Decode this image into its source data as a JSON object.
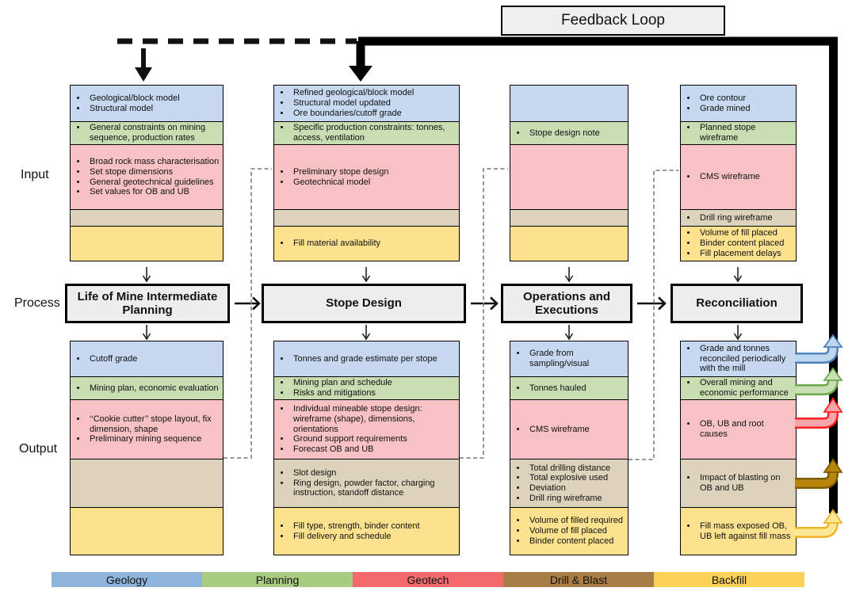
{
  "feedback_loop_label": "Feedback Loop",
  "side_labels": {
    "input": "Input",
    "process": "Process",
    "output": "Output"
  },
  "columns": [
    {
      "process": "Life of Mine Intermediate Planning",
      "input": {
        "geology": [
          "Geological/block model",
          "Structural model"
        ],
        "planning": [
          "General constraints on mining sequence, production rates"
        ],
        "geotech": [
          "Broad rock mass characterisation",
          "Set stope dimensions",
          "General geotechnical guidelines",
          "Set values for OB and UB"
        ],
        "drill_blast": [],
        "backfill": []
      },
      "output": {
        "geology": [
          "Cutoff grade"
        ],
        "planning": [
          "Mining plan, economic evaluation"
        ],
        "geotech": [
          "‘‘Cookie cutter’’ stope layout, fix dimension, shape",
          "Preliminary mining sequence"
        ],
        "drill_blast": [],
        "backfill": []
      }
    },
    {
      "process": "Stope Design",
      "input": {
        "geology": [
          "Refined geological/block model",
          "Structural model updated",
          "Ore boundaries/cutoff grade"
        ],
        "planning": [
          "Specific production constraints: tonnes, access, ventilation"
        ],
        "geotech": [
          "Preliminary stope design",
          "Geotechnical model"
        ],
        "drill_blast": [],
        "backfill": [
          "Fill material availability"
        ]
      },
      "output": {
        "geology": [
          "Tonnes and grade estimate per stope"
        ],
        "planning": [
          "Mining plan and schedule",
          "Risks and mitigations"
        ],
        "geotech": [
          "Individual mineable stope design: wireframe (shape), dimensions, orientations",
          "Ground support requirements",
          "Forecast OB and UB"
        ],
        "drill_blast": [
          "Slot design",
          "Ring design, powder factor, charging instruction, standoff distance"
        ],
        "backfill": [
          "Fill type, strength, binder content",
          "Fill delivery and schedule"
        ]
      }
    },
    {
      "process": "Operations and Executions",
      "input": {
        "geology": [],
        "planning": [
          "Stope design note"
        ],
        "geotech": [],
        "drill_blast": [],
        "backfill": []
      },
      "output": {
        "geology": [
          "Grade from sampling/visual"
        ],
        "planning": [
          "Tonnes hauled"
        ],
        "geotech": [
          "CMS wireframe"
        ],
        "drill_blast": [
          "Total drilling distance",
          "Total explosive used",
          "Deviation",
          "Drill ring wireframe"
        ],
        "backfill": [
          "Volume of filled required",
          "Volume of fill placed",
          "Binder content placed"
        ]
      }
    },
    {
      "process": "Reconciliation",
      "input": {
        "geology": [
          "Ore contour",
          "Grade mined"
        ],
        "planning": [
          "Planned stope wireframe"
        ],
        "geotech": [
          "CMS wireframe"
        ],
        "drill_blast": [
          "Drill ring wireframe"
        ],
        "backfill": [
          "Volume of fill placed",
          "Binder content placed",
          "Fill placement delays"
        ]
      },
      "output": {
        "geology": [
          "Grade and tonnes reconciled periodically with the mill"
        ],
        "planning": [
          "Overall mining and economic performance"
        ],
        "geotech": [
          "OB, UB and root causes"
        ],
        "drill_blast": [
          "Impact of blasting on OB and UB"
        ],
        "backfill": [
          "Fill mass exposed OB, UB left against fill mass"
        ]
      }
    }
  ],
  "legend": [
    {
      "label": "Geology",
      "color": "#8fb4dc"
    },
    {
      "label": "Planning",
      "color": "#a9cc83"
    },
    {
      "label": "Geotech",
      "color": "#f4696b"
    },
    {
      "label": "Drill & Blast",
      "color": "#a97d46"
    },
    {
      "label": "Backfill",
      "color": "#fbd158"
    }
  ],
  "colors": {
    "geology_fill": "#c6d9f0",
    "planning_fill": "#c9ddb2",
    "geotech_fill": "#f8c2c4",
    "drill_blast_fill": "#ddd2bb",
    "backfill_fill": "#fce28f",
    "process_fill": "#ededed",
    "feedback_arrow_borders": {
      "geology": "#4f81bd",
      "planning": "#6fa84e",
      "geotech": "#ff2020",
      "drill_blast": "#7f5c06",
      "backfill": "#f0b429"
    }
  }
}
